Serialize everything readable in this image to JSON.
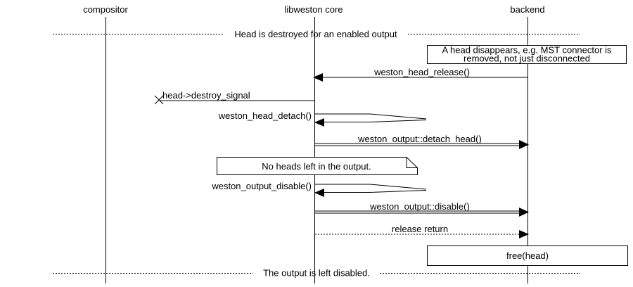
{
  "diagram": {
    "kind": "sequence-diagram",
    "colors": {
      "stroke": "#000000",
      "background": "#ffffff"
    },
    "actors": [
      {
        "label": "compositor"
      },
      {
        "label": "libweston core"
      },
      {
        "label": "backend"
      }
    ],
    "dividers": [
      {
        "label": "Head is destroyed for an enabled output"
      },
      {
        "label": "The output is left disabled."
      }
    ],
    "notes": [
      {
        "line1": "A head disappears, e.g. MST connector is",
        "line2": "removed, not just disconnected"
      },
      {
        "label": "No heads left in the output."
      },
      {
        "label": "free(head)"
      }
    ],
    "messages": [
      {
        "label": "weston_head_release()",
        "from": "backend",
        "to": "libweston core",
        "style": "solid-arrow-left"
      },
      {
        "label": "head->destroy_signal",
        "from": "libweston core",
        "to": "lost",
        "style": "lost-message-x"
      },
      {
        "label": "weston_head_detach()",
        "from": "libweston core",
        "to": "libweston core",
        "style": "self-call"
      },
      {
        "label": "weston_output::detach_head()",
        "from": "libweston core",
        "to": "backend",
        "style": "double-line-call"
      },
      {
        "label": "weston_output_disable()",
        "from": "libweston core",
        "to": "libweston core",
        "style": "self-call"
      },
      {
        "label": "weston_output::disable()",
        "from": "libweston core",
        "to": "backend",
        "style": "double-line-call"
      },
      {
        "label": "release return",
        "from": "libweston core",
        "to": "backend",
        "style": "dotted-return"
      }
    ]
  }
}
